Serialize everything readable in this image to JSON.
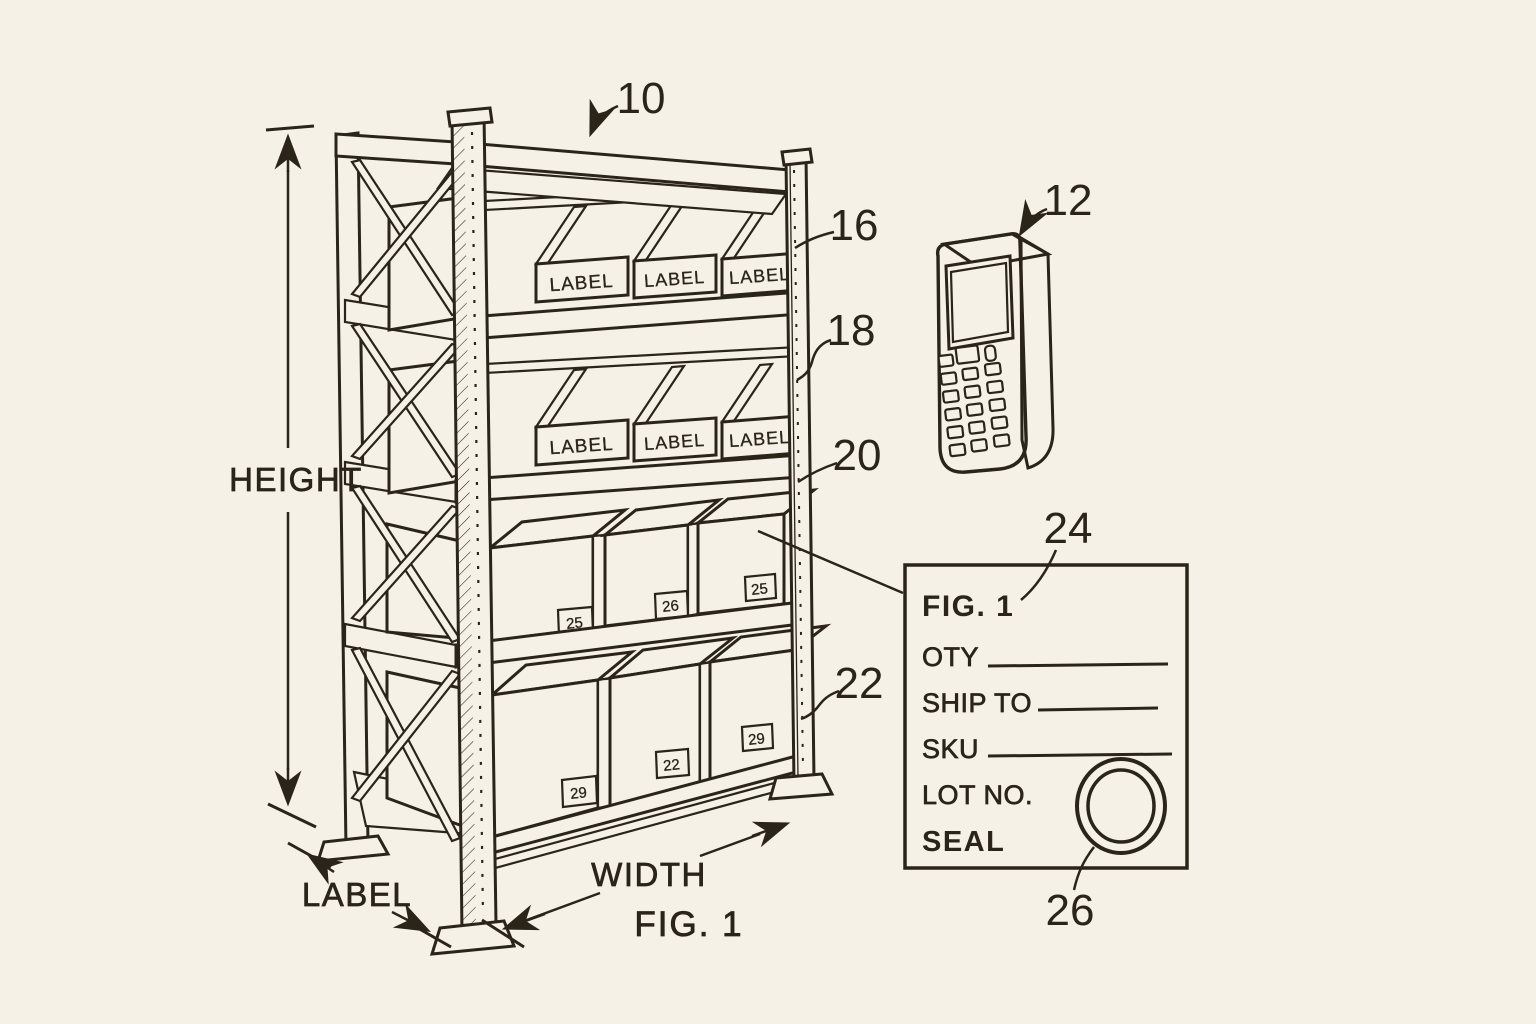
{
  "figure": {
    "caption": "FIG. 1"
  },
  "dimensions": {
    "height": "HEIGHT",
    "width": "WIDTH",
    "depth": "LABEL"
  },
  "reference_numerals": {
    "rack": "10",
    "scanner": "12",
    "bin_shelf_upper": "16",
    "bin_shelf_lower": "18",
    "shelf": "20",
    "upright": "22",
    "label_form": "24",
    "seal": "26"
  },
  "bins": {
    "upper": [
      "LABEL",
      "LABEL",
      "LABEL"
    ],
    "lower": [
      "LABEL",
      "LABEL",
      "LABEL"
    ]
  },
  "boxes": {
    "upper": [
      "25",
      "26",
      "25"
    ],
    "lower": [
      "29",
      "22",
      "29"
    ]
  },
  "form": {
    "title": "FIG. 1",
    "qty_label": "OTY",
    "ship_to_label": "SHIP TO",
    "sku_label": "SKU",
    "lot_no_label": "LOT NO.",
    "seal_label": "SEAL"
  },
  "colors": {
    "ink": "#2b2419",
    "paper": "#f5f1e6"
  }
}
